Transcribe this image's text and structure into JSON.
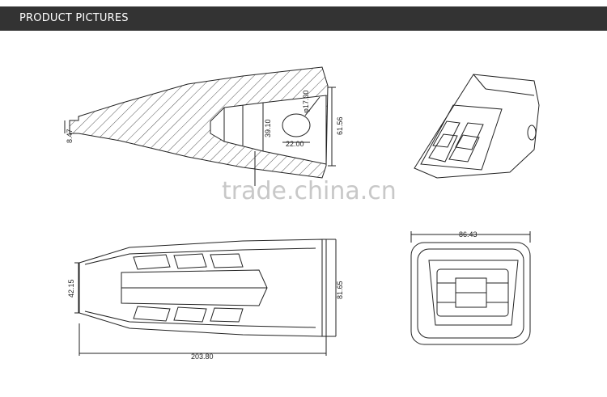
{
  "header": {
    "title": "PRODUCT PICTURES",
    "background": "#333333"
  },
  "watermark": "trade.china.cn",
  "dimensions": {
    "side_tip": "8.47",
    "pin_hole_dia": "φ17.00",
    "pocket_depth": "39.10",
    "pin_offset": "22.00",
    "side_height": "61.56",
    "top_width_rear": "42.15",
    "top_width_front": "81.65",
    "overall_length": "203.80",
    "end_width": "86.43"
  }
}
